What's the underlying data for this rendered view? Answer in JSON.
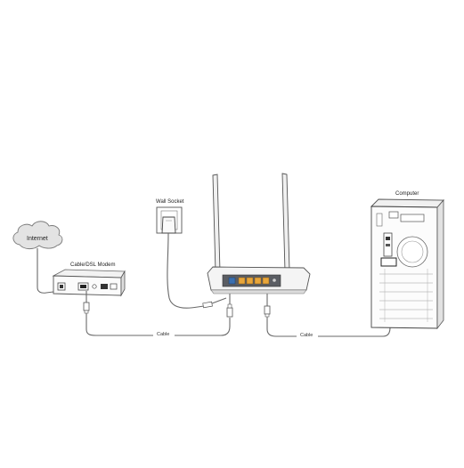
{
  "labels": {
    "internet": "Internet",
    "modem": "Cable/DSL Modem",
    "wall_socket": "Wall Socket",
    "computer": "Computer",
    "cable_left": "Cable",
    "cable_right": "Cable"
  },
  "colors": {
    "line": "#6a6a6a",
    "cloud_fill": "#e3e3e3",
    "router_body": "#f4f4f4",
    "router_panel": "#5a5d63",
    "lan_port": "#e8a63a",
    "wan_port": "#3a6fb0"
  },
  "icons": [
    "internet-cloud-icon",
    "modem-icon",
    "wall-socket-icon",
    "router-icon",
    "computer-tower-icon",
    "power-adapter-icon",
    "ethernet-plug-icon"
  ]
}
